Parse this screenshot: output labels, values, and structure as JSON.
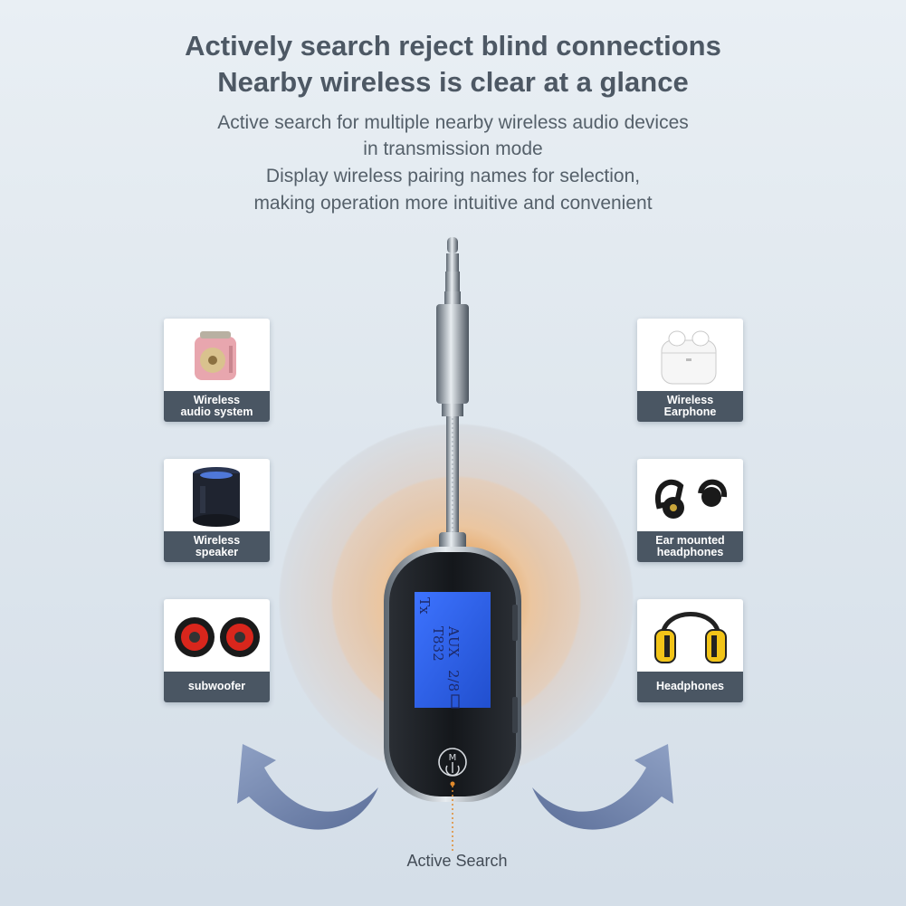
{
  "header": {
    "title_line1": "Actively search reject blind connections",
    "title_line2": "Nearby wireless is clear at a glance",
    "desc_line1": "Active search for multiple nearby wireless audio devices",
    "desc_line2": "in transmission mode",
    "desc_line3": "Display wireless pairing names for selection,",
    "desc_line4": "making operation more intuitive and convenient"
  },
  "devices_left": [
    {
      "label": "Wireless\naudio system",
      "icon": "retro-speaker-icon"
    },
    {
      "label": "Wireless\nspeaker",
      "icon": "cylinder-speaker-icon"
    },
    {
      "label": "subwoofer",
      "icon": "subwoofer-icon"
    }
  ],
  "devices_right": [
    {
      "label": "Wireless\nEarphone",
      "icon": "earbuds-case-icon"
    },
    {
      "label": "Ear mounted\nheadphones",
      "icon": "ear-hook-headphones-icon"
    },
    {
      "label": "Headphones",
      "icon": "over-ear-headphones-icon"
    }
  ],
  "transmitter_screen": {
    "mode": "Tx",
    "source": "AUX",
    "device_name": "T832",
    "counter": "2/8"
  },
  "footer": {
    "caption": "Active Search"
  },
  "colors": {
    "caption_bar": "#4a5663",
    "glow_center": "#e6a664",
    "arrow": "#7f8fb0",
    "screen": "#2b5fe0"
  }
}
